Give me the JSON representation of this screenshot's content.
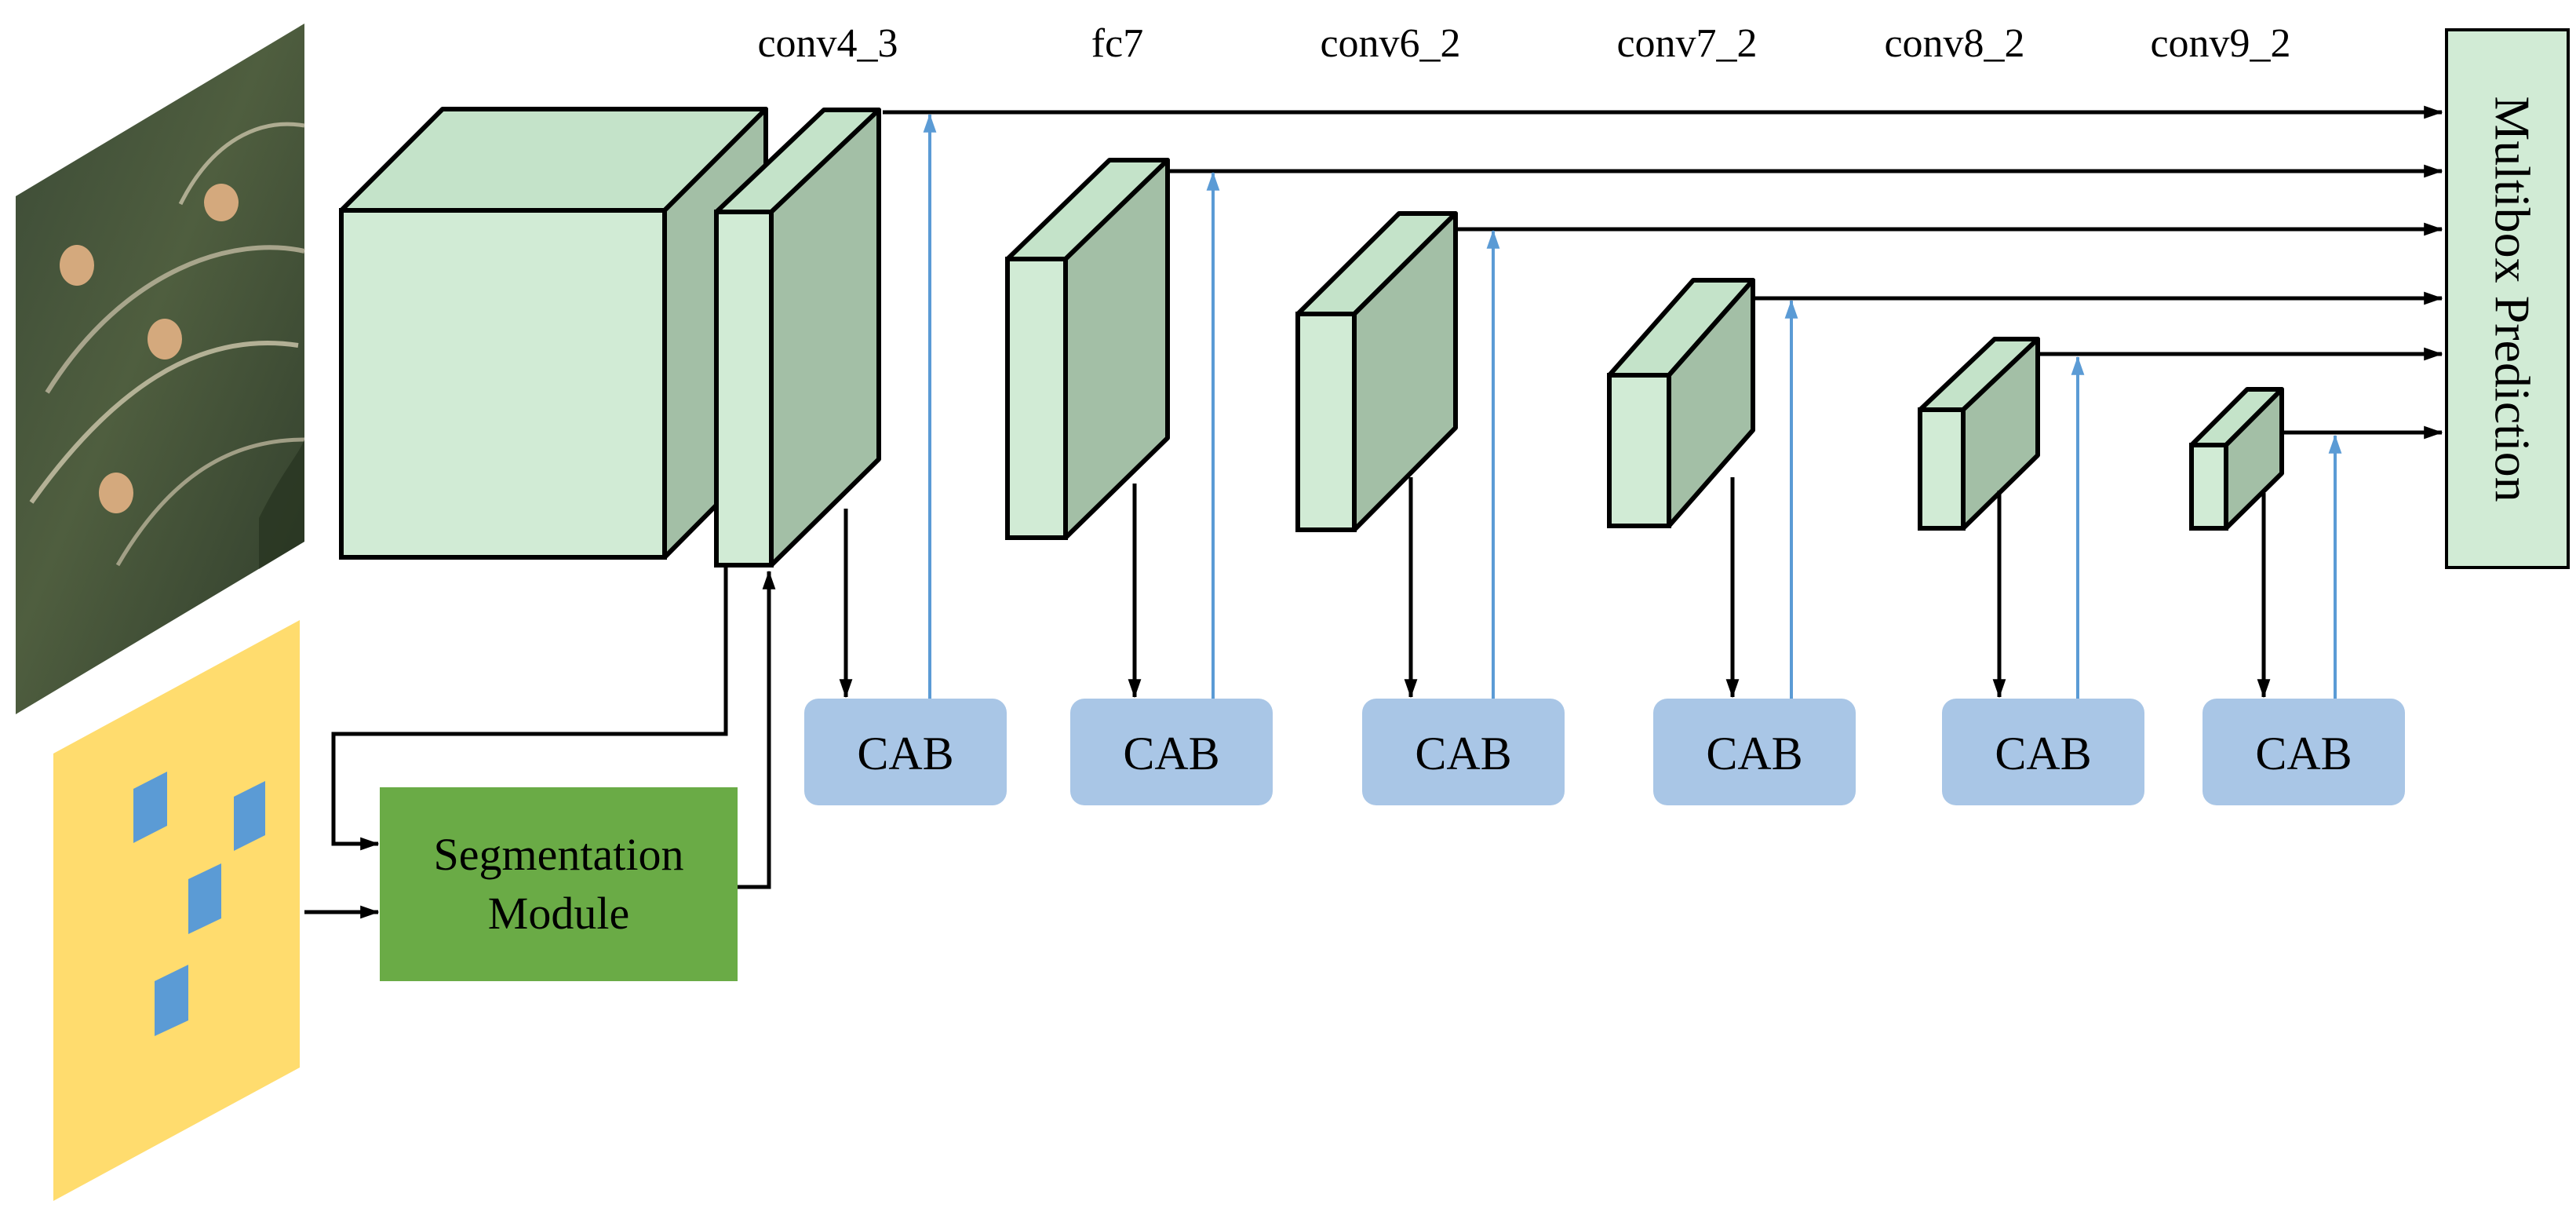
{
  "layer_labels": {
    "conv4_3": "conv4_3",
    "fc7": "fc7",
    "conv6_2": "conv6_2",
    "conv7_2": "conv7_2",
    "conv8_2": "conv8_2",
    "conv9_2": "conv9_2"
  },
  "cab_label": "CAB",
  "segmentation_module": {
    "line1": "Segmentation",
    "line2": "Module"
  },
  "multibox_label": "Multibox Prediction",
  "colors": {
    "block_front": "#d1ebd5",
    "block_top": "#c4e3c9",
    "block_side": "#a3bfa6",
    "cab_fill": "#a9c6e6",
    "seg_fill": "#6aab46",
    "multibox_fill": "#d1ebd5",
    "mask_yellow": "#ffdc6e",
    "mask_blue": "#5b9bd5",
    "feedback_arrow": "#5b9bd5",
    "arrow": "#000000"
  },
  "icons": {
    "input_image": "satellite-image-icon",
    "input_mask": "segmentation-mask-icon"
  }
}
